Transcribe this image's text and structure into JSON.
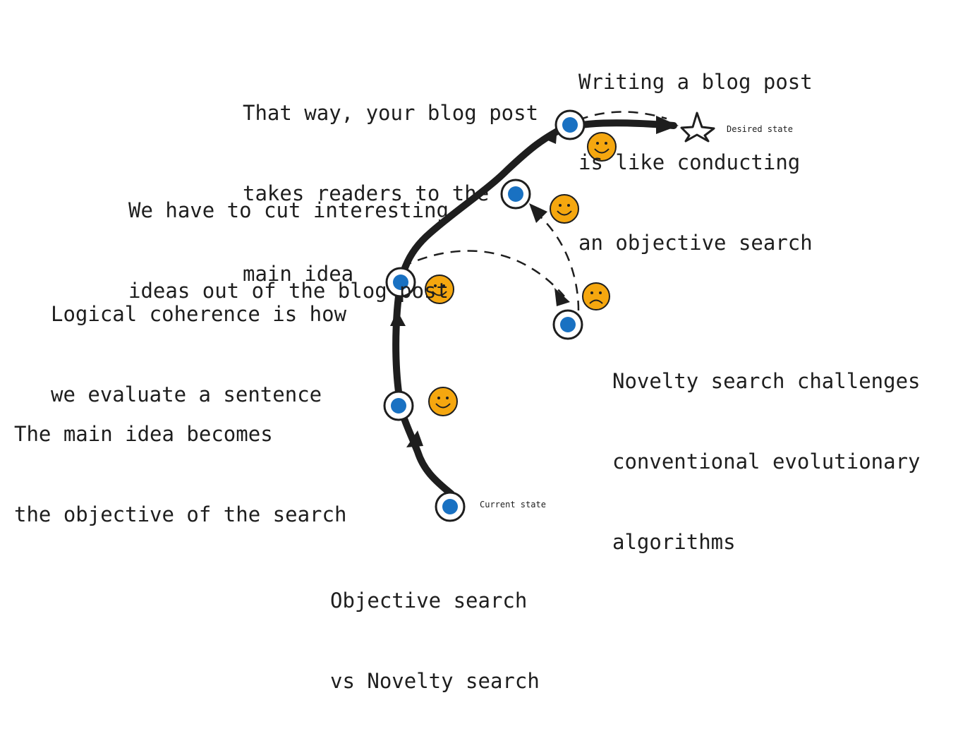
{
  "captions": {
    "writing": [
      "Writing a blog post",
      "is like conducting",
      "an objective search"
    ],
    "that_way": [
      "That way, your blog post",
      "takes readers to the",
      "main idea"
    ],
    "cut_ideas": [
      "We have to cut interesting",
      "ideas out of the blog post"
    ],
    "coherence": [
      "Logical coherence is how",
      "we evaluate a sentence"
    ],
    "main_idea": [
      "The main idea becomes",
      "the objective of the search"
    ],
    "novelty": [
      "Novelty search challenges",
      "conventional evolutionary",
      "algorithms"
    ],
    "objective_vs": [
      "Objective search",
      "vs Novelty search"
    ]
  },
  "labels": {
    "desired_state": "Desired state",
    "current_state": "Current state"
  },
  "colors": {
    "ink": "#1e1e1e",
    "node_fill": "#1971c2",
    "face_fill": "#f5a70f",
    "background": "#ffffff"
  },
  "icons": {
    "goal": "star-icon",
    "good_step": "smiley-face-icon",
    "bad_step": "frowning-face-icon"
  }
}
